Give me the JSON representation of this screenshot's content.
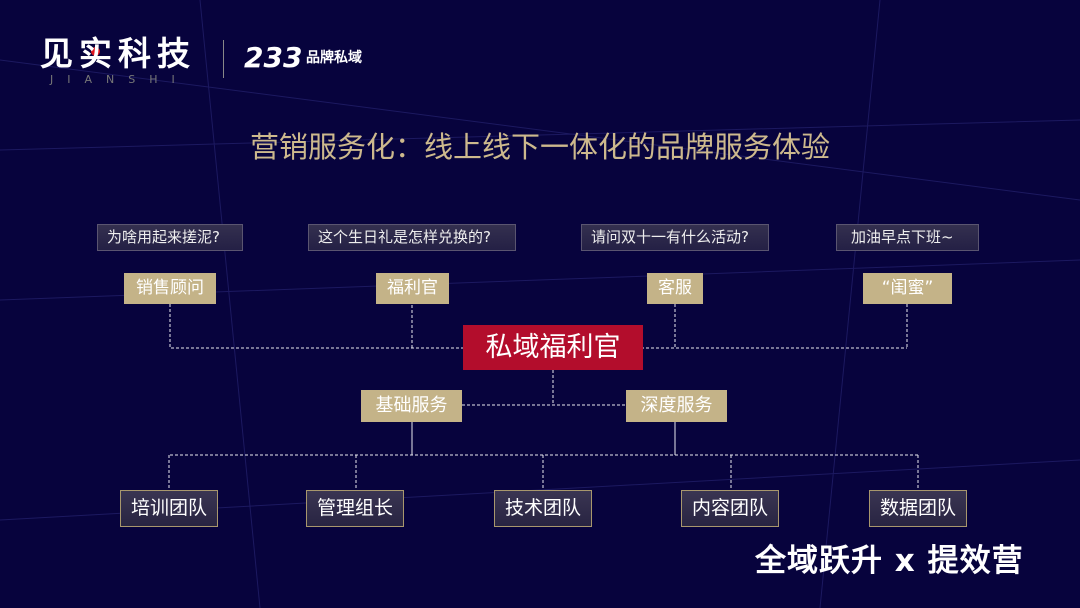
{
  "header": {
    "logo_text": "见实科技",
    "logo_sub": "JIANSHI",
    "brand_mark": "233",
    "brand_text": "品牌私域"
  },
  "title": "营销服务化：线上线下一体化的品牌服务体验",
  "questions": [
    "为啥用起来搓泥?",
    "这个生日礼是怎样兑换的?",
    "请问双十一有什么活动?",
    "加油早点下班~"
  ],
  "roles": [
    "销售顾问",
    "福利官",
    "客服",
    "“闺蜜”"
  ],
  "center": "私域福利官",
  "services": [
    "基础服务",
    "深度服务"
  ],
  "teams": [
    "培训团队",
    "管理组长",
    "技术团队",
    "内容团队",
    "数据团队"
  ],
  "footer": "全域跃升 x 提效营",
  "colors": {
    "background": "#07033d",
    "gold": "#c4b388",
    "red": "#b30d2c"
  }
}
